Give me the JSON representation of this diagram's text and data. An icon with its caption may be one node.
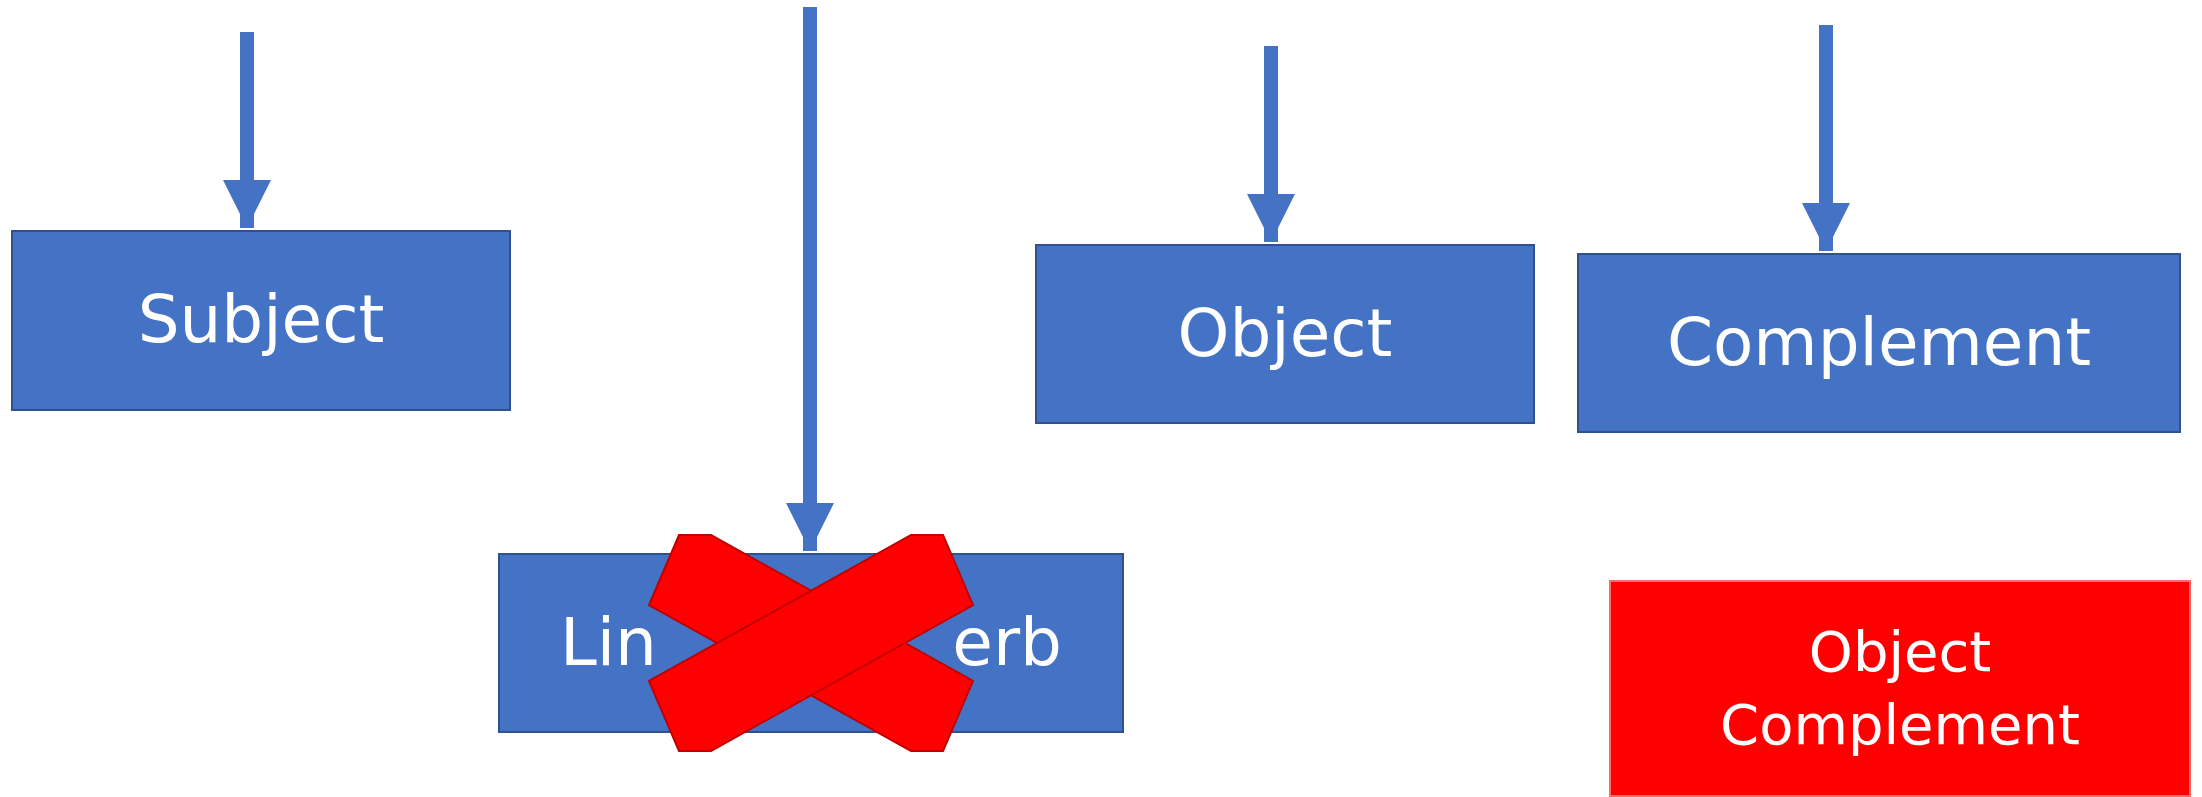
{
  "diagram": {
    "nodes": [
      {
        "text": [
          "Subject"
        ]
      },
      {
        "text": [
          "Lin",
          "erb"
        ]
      },
      {
        "text": [
          "Object"
        ]
      },
      {
        "text": [
          "Complement"
        ]
      },
      {
        "text": [
          "Object Complement"
        ]
      }
    ],
    "edges": [
      {
        "from": null,
        "to": 0,
        "arrow": "to"
      },
      {
        "from": null,
        "to": 1,
        "arrow": "to"
      },
      {
        "from": null,
        "to": 2,
        "arrow": "to"
      },
      {
        "from": null,
        "to": 3,
        "arrow": "to"
      }
    ]
  }
}
